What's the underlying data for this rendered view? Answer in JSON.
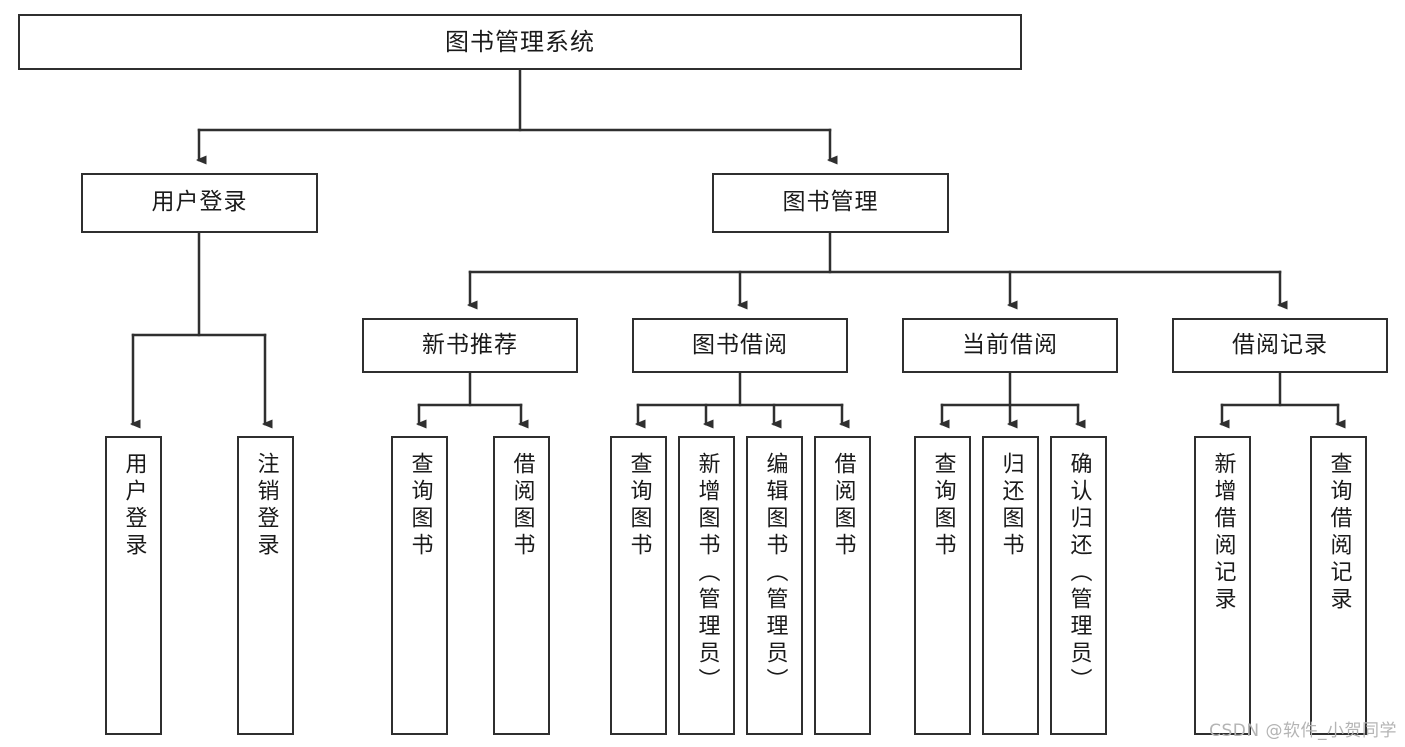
{
  "diagram": {
    "title": "图书管理系统",
    "type": "tree",
    "root": {
      "label": "图书管理系统"
    },
    "level1": [
      {
        "id": "user-login",
        "label": "用户登录"
      },
      {
        "id": "book-manage",
        "label": "图书管理"
      }
    ],
    "level2": [
      {
        "id": "new-book-rec",
        "label": "新书推荐",
        "parent": "book-manage"
      },
      {
        "id": "book-borrow",
        "label": "图书借阅",
        "parent": "book-manage"
      },
      {
        "id": "current-borrow",
        "label": "当前借阅",
        "parent": "book-manage"
      },
      {
        "id": "borrow-record",
        "label": "借阅记录",
        "parent": "book-manage"
      }
    ],
    "leaves": {
      "user-login": [
        {
          "id": "leaf-user-login",
          "label": "用户登录"
        },
        {
          "id": "leaf-user-logout",
          "label": "注销登录"
        }
      ],
      "new-book-rec": [
        {
          "id": "leaf-query-book-1",
          "label": "查询图书"
        },
        {
          "id": "leaf-borrow-book-1",
          "label": "借阅图书"
        }
      ],
      "book-borrow": [
        {
          "id": "leaf-query-book-2",
          "label": "查询图书"
        },
        {
          "id": "leaf-add-book",
          "label": "新增图书（管理员）"
        },
        {
          "id": "leaf-edit-book",
          "label": "编辑图书（管理员）"
        },
        {
          "id": "leaf-borrow-book-2",
          "label": "借阅图书"
        }
      ],
      "current-borrow": [
        {
          "id": "leaf-query-book-3",
          "label": "查询图书"
        },
        {
          "id": "leaf-return-book",
          "label": "归还图书"
        },
        {
          "id": "leaf-confirm-return",
          "label": "确认归还（管理员）"
        }
      ],
      "borrow-record": [
        {
          "id": "leaf-add-record",
          "label": "新增借阅记录"
        },
        {
          "id": "leaf-query-record",
          "label": "查询借阅记录"
        }
      ]
    },
    "colors": {
      "stroke": "#2f2f2f",
      "fill": "#ffffff",
      "text": "#1a1a1a",
      "watermark": "#b4b4b4"
    }
  },
  "watermark": {
    "text": "CSDN @软件_小贺同学"
  }
}
